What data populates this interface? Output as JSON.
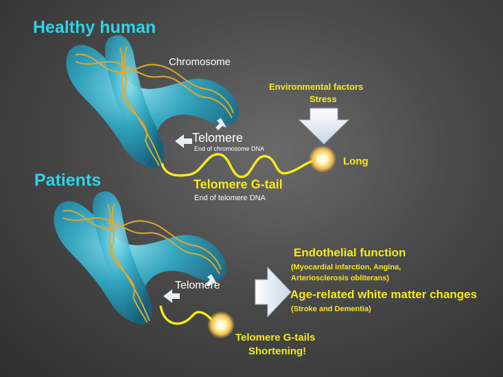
{
  "top": {
    "heading": "Healthy human",
    "chromosome_label": "Chromosome",
    "telomere_label": "Telomere",
    "telomere_sub": "End of chromosome DNA",
    "gtail_label": "Telomere G-tail",
    "gtail_sub": "End of telomere DNA",
    "factors_line1": "Environmental factors",
    "factors_line2": "Stress",
    "long_label": "Long"
  },
  "bottom": {
    "heading": "Patients",
    "telomere_label": "Telomere",
    "gtails_line1": "Telomere G-tails",
    "gtails_line2": "Shortening!"
  },
  "outcomes": {
    "endothelial_title": "Endothelial function",
    "endothelial_detail_1": "(Myocardial infarction, Angina,",
    "endothelial_detail_2": "Arteriosclerosis obliterans)",
    "white_matter_title": "Age-related white matter changes",
    "white_matter_detail": "(Stroke and Dementia)"
  },
  "colors": {
    "heading_cyan": "#2fd3e6",
    "tail_yellow": "#f5ea1c",
    "chromosome_teal": "#2fa8c2",
    "arrow_white": "#e8eef6"
  },
  "icons": [
    "chromosome-icon",
    "dna-helix-icon",
    "down-arrow-icon",
    "right-arrow-icon",
    "spark-icon"
  ]
}
